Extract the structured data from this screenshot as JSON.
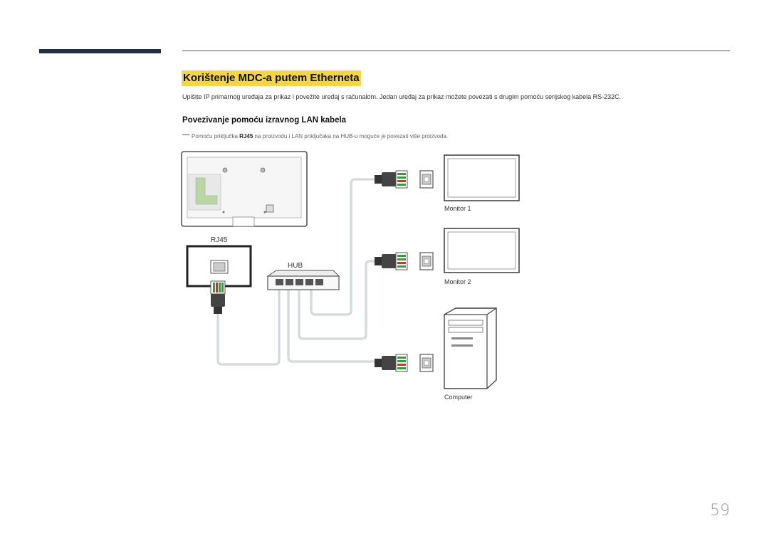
{
  "page": {
    "title": "Korištenje MDC-a putem Etherneta",
    "intro": "Upišite IP primarnog uređaja za prikaz i povežite uređaj s računalom. Jedan uređaj za prikaz možete povezati s drugim pomoću serijskog kabela RS-232C.",
    "subheading": "Povezivanje pomoću izravnog LAN kabela",
    "note": {
      "before": "Pomoću priključka ",
      "bold": "RJ45",
      "after": " na proizvodu i LAN priključaka na HUB-u moguće je povezati više proizvoda."
    },
    "page_number": "59"
  },
  "diagram": {
    "rj45_label": "RJ45",
    "hub_label": "HUB",
    "monitor1_label": "Monitor 1",
    "monitor2_label": "Monitor 2",
    "computer_label": "Computer"
  },
  "colors": {
    "title_highlight": "#f3d54b",
    "accent_bar": "#232c4b",
    "cable": "#c9cdd0",
    "connector_green": "#3a9a3a",
    "connector_red": "#c0392b"
  }
}
